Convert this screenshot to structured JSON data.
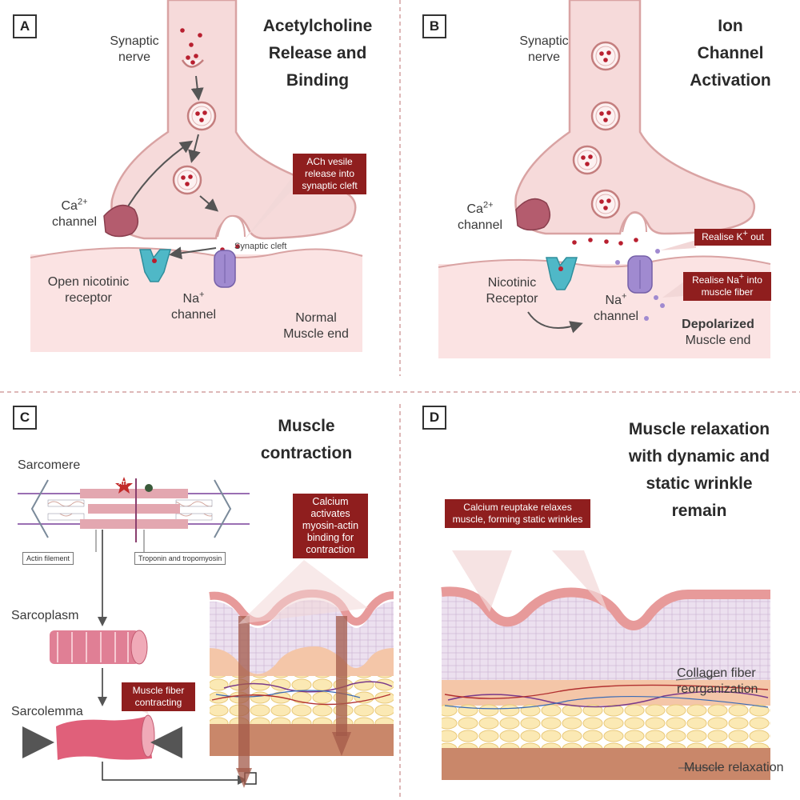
{
  "panels": {
    "a": {
      "letter": "A",
      "title": [
        "Acetylcholine",
        "Release and",
        "Binding"
      ],
      "synaptic_nerve": [
        "Synaptic",
        "nerve"
      ],
      "ca_channel": {
        "base": "Ca",
        "sup": "2+",
        "line2": "channel"
      },
      "callout": "ACh vesile release into synaptic cleft",
      "synaptic_cleft": "Synaptic cleft",
      "nicotinic": [
        "Open nicotinic",
        "receptor"
      ],
      "na_channel": {
        "base": "Na",
        "sup": "+",
        "line2": "channel"
      },
      "muscle_end": [
        "Normal",
        "Muscle end"
      ]
    },
    "b": {
      "letter": "B",
      "title": [
        "Ion",
        "Channel",
        "Activation"
      ],
      "synaptic_nerve": [
        "Synaptic",
        "nerve"
      ],
      "ca_channel": {
        "base": "Ca",
        "sup": "2+",
        "line2": "channel"
      },
      "callout_k": {
        "pre": "Realise K",
        "sup": "+",
        "post": " out"
      },
      "callout_na": {
        "pre": "Realise Na",
        "sup": "+",
        "post": " into muscle fiber"
      },
      "nicotinic": [
        "Nicotinic",
        "Receptor"
      ],
      "na_channel": {
        "base": "Na",
        "sup": "+",
        "line2": "channel"
      },
      "muscle_end": [
        "Depolarized",
        "Muscle end"
      ]
    },
    "c": {
      "letter": "C",
      "title": [
        "Muscle",
        "contraction"
      ],
      "sarcomere": "Sarcomere",
      "atp": "ATP",
      "actin": "Actin filement",
      "troponin": "Troponin and tropomyosin",
      "sarcoplasm": "Sarcoplasm",
      "sarcolemma": "Sarcolemma",
      "callout_calcium": "Calcium activates myosin-actin binding for contraction",
      "callout_fiber": "Muscle fiber contracting"
    },
    "d": {
      "letter": "D",
      "title": [
        "Muscle relaxation",
        "with dynamic and",
        "static wrinkle",
        "remain"
      ],
      "callout": "Calcium reuptake relaxes muscle, forming static wrinkles",
      "collagen": [
        "Collagen fiber",
        "reorganization"
      ],
      "relaxation": "Muscle relaxation"
    }
  },
  "colors": {
    "nerve": "#f6dada",
    "nerve_outline": "#d9a3a3",
    "muscle": "#fbe3e3",
    "callout": "#8f1e1e",
    "vesicle_dot": "#b81f2f",
    "receptor": "#4fb8c7",
    "na_channel": "#a08ad0",
    "ca_channel": "#b45c6e",
    "dermis": "#f4c6a8",
    "fat": "#f7e2a0",
    "muscle_layer": "#c9876a",
    "divider": "#d4a0a0"
  }
}
